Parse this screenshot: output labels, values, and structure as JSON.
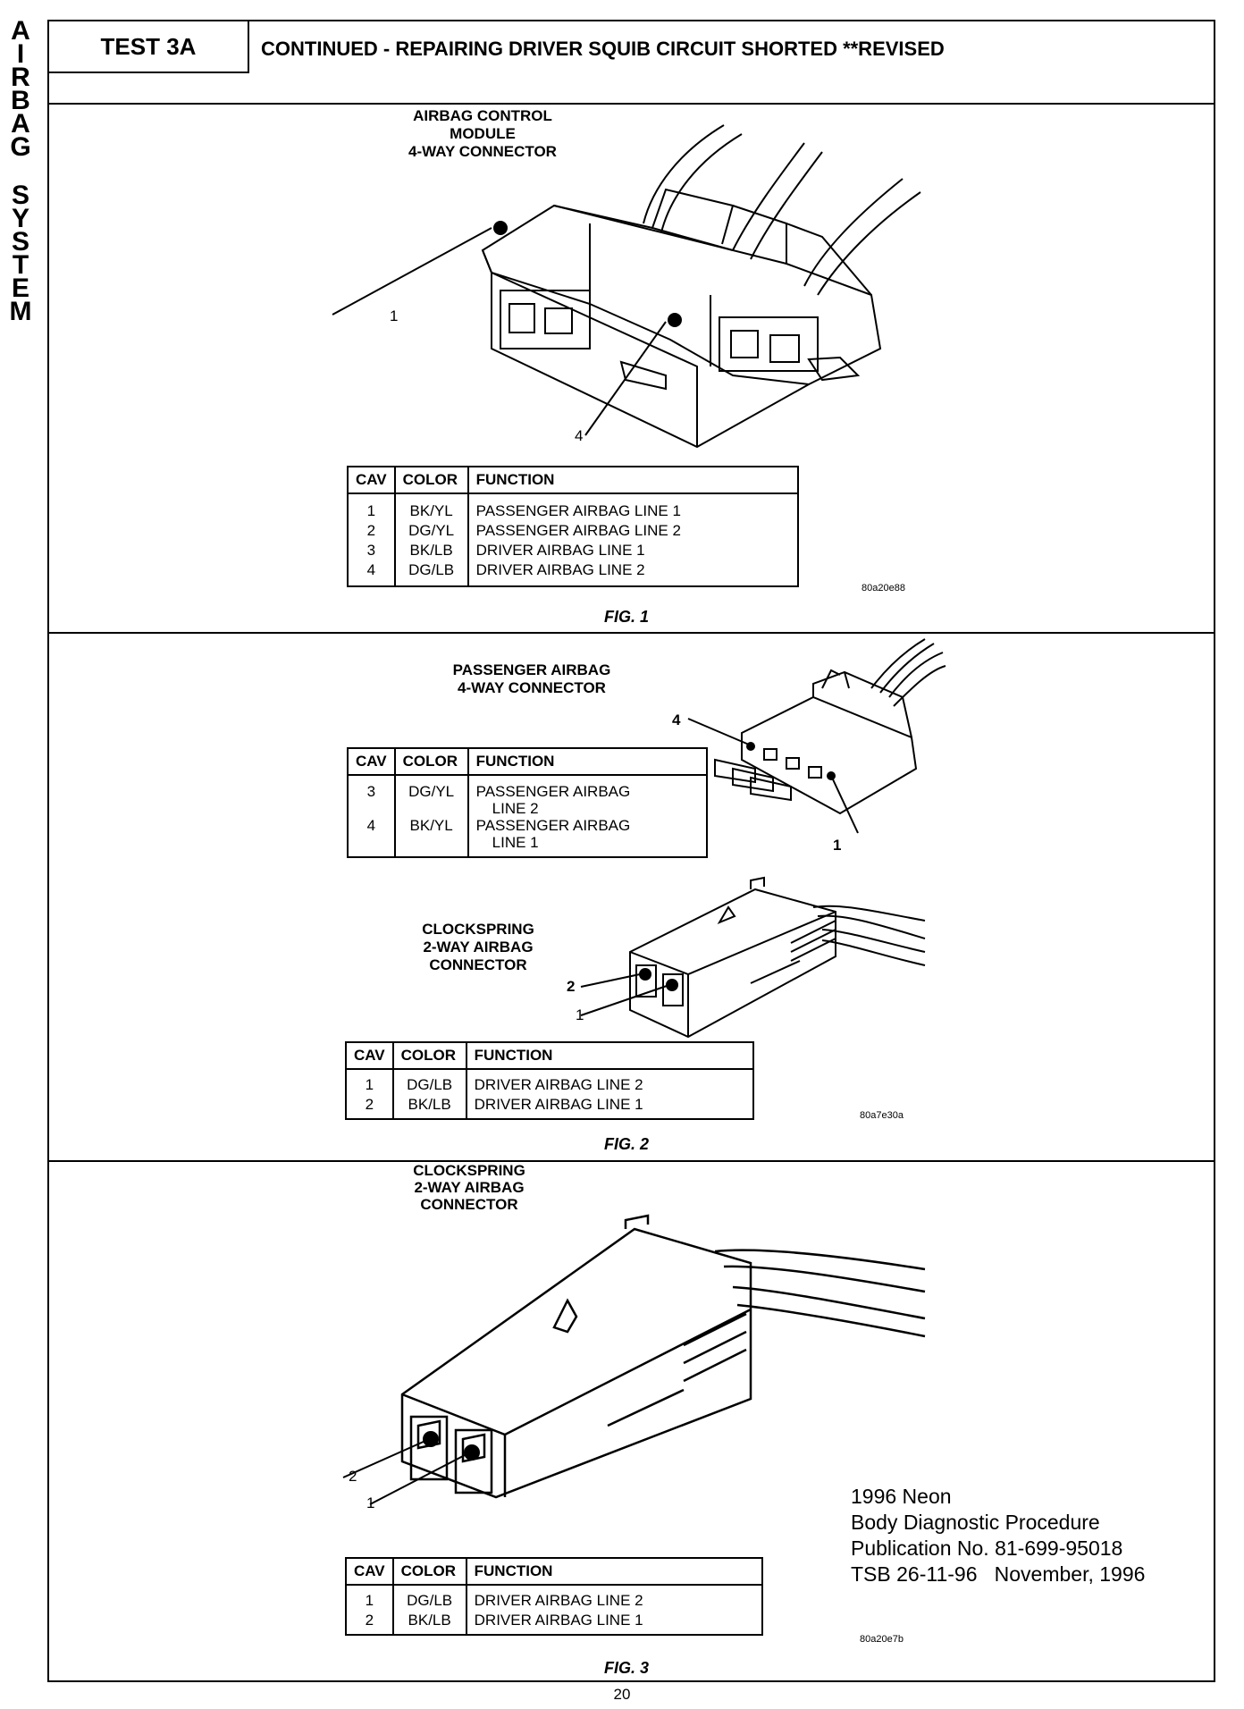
{
  "side_tab": {
    "letters": [
      "A",
      "I",
      "R",
      "B",
      "A",
      "G",
      "",
      "S",
      "Y",
      "S",
      "T",
      "E",
      "M"
    ]
  },
  "header": {
    "test": "TEST 3A",
    "title": "CONTINUED - REPAIRING DRIVER SQUIB CIRCUIT SHORTED **REVISED"
  },
  "fig1": {
    "caption": [
      "AIRBAG CONTROL",
      "MODULE",
      "4-WAY CONNECTOR"
    ],
    "callouts": {
      "a": "1",
      "b": "4"
    },
    "table": {
      "headers": [
        "CAV",
        "COLOR",
        "FUNCTION"
      ],
      "cav": [
        "1",
        "2",
        "3",
        "4"
      ],
      "color": [
        "BK/YL",
        "DG/YL",
        "BK/LB",
        "DG/LB"
      ],
      "function": [
        "PASSENGER AIRBAG LINE 1",
        "PASSENGER AIRBAG LINE 2",
        "DRIVER AIRBAG LINE 1",
        "DRIVER AIRBAG LINE 2"
      ]
    },
    "code": "80a20e88",
    "label": "FIG. 1"
  },
  "fig2": {
    "caption_top": [
      "PASSENGER AIRBAG",
      "4-WAY CONNECTOR"
    ],
    "callouts_top": {
      "a": "4",
      "b": "1"
    },
    "table_top": {
      "headers": [
        "CAV",
        "COLOR",
        "FUNCTION"
      ],
      "rows": [
        {
          "cav": "3",
          "color": "DG/YL",
          "function": [
            "PASSENGER AIRBAG",
            "LINE 2"
          ]
        },
        {
          "cav": "4",
          "color": "BK/YL",
          "function": [
            "PASSENGER AIRBAG",
            "LINE 1"
          ]
        }
      ]
    },
    "caption_bottom": [
      "CLOCKSPRING",
      "2-WAY AIRBAG",
      "CONNECTOR"
    ],
    "callouts_bottom": {
      "a": "2",
      "b": "1"
    },
    "table_bottom": {
      "headers": [
        "CAV",
        "COLOR",
        "FUNCTION"
      ],
      "cav": [
        "1",
        "2"
      ],
      "color": [
        "DG/LB",
        "BK/LB"
      ],
      "function": [
        "DRIVER AIRBAG LINE 2",
        "DRIVER AIRBAG LINE 1"
      ]
    },
    "code": "80a7e30a",
    "label": "FIG. 2"
  },
  "fig3": {
    "caption": [
      "CLOCKSPRING",
      "2-WAY AIRBAG",
      "CONNECTOR"
    ],
    "callouts": {
      "a": "2",
      "b": "1"
    },
    "table": {
      "headers": [
        "CAV",
        "COLOR",
        "FUNCTION"
      ],
      "cav": [
        "1",
        "2"
      ],
      "color": [
        "DG/LB",
        "BK/LB"
      ],
      "function": [
        "DRIVER AIRBAG LINE 2",
        "DRIVER AIRBAG LINE 1"
      ]
    },
    "code": "80a20e7b",
    "label": "FIG. 3"
  },
  "publication_note": [
    "1996 Neon",
    "Body Diagnostic Procedure",
    "Publication No. 81-699-95018",
    "TSB 26-11-96   November, 1996"
  ],
  "page_number": "20"
}
